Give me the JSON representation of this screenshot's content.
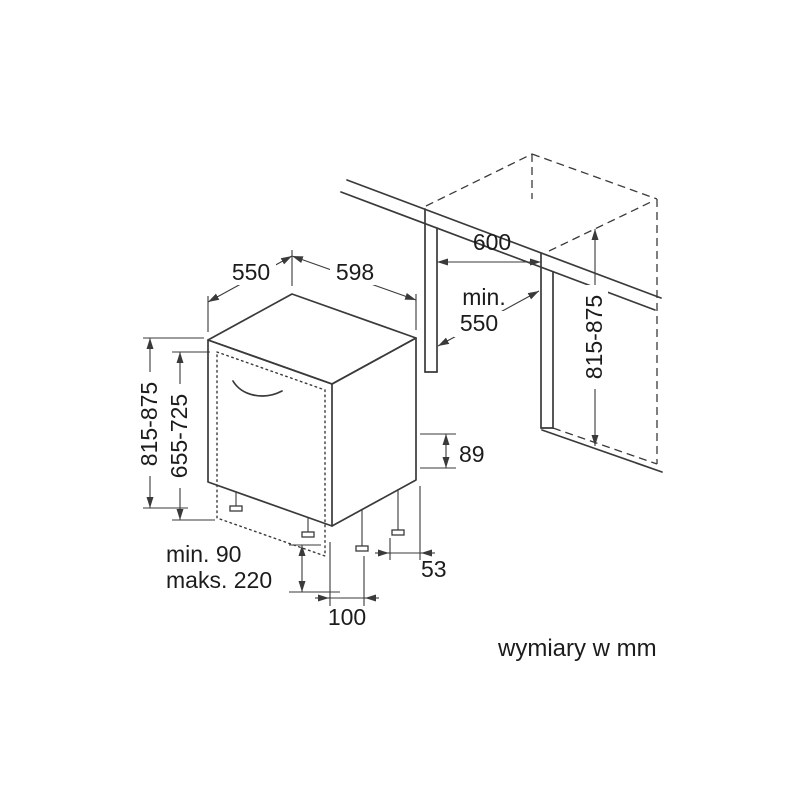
{
  "diagram": {
    "type": "appliance-installation-dimension-drawing",
    "caption": "wymiary w mm",
    "unit": "mm",
    "colors": {
      "line": "#3a3a3a",
      "text": "#1c1c1c",
      "background": "#ffffff"
    },
    "dimensions": {
      "appliance_depth": "550",
      "appliance_width": "598",
      "niche_width": "600",
      "niche_depth_prefix": "min.",
      "niche_depth": "550",
      "appliance_height": "815-875",
      "front_panel_height": "655-725",
      "niche_height": "815-875",
      "base_height": "89",
      "rear_foot_offset": "53",
      "plinth_min": "min. 90",
      "plinth_max": "maks. 220",
      "front_foot_offset": "100"
    }
  }
}
